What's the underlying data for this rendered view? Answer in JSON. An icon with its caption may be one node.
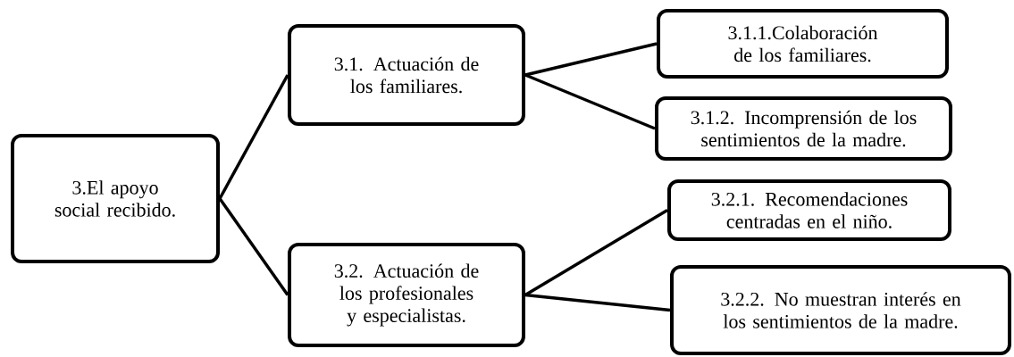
{
  "diagram": {
    "nodes": [
      {
        "text": [
          "3.El apoyo social recibido."
        ]
      },
      {
        "text": [
          "3.1. Actuación de los familiares."
        ]
      },
      {
        "text": [
          "3.2. Actuación de los profesionales y especialistas."
        ]
      },
      {
        "text": [
          "3.1.1.Colaboración de los familiares."
        ]
      },
      {
        "text": [
          "3.1.2. Incomprensión de los sentimientos de la madre."
        ]
      },
      {
        "text": [
          "3.2.1. Recomendaciones centradas en el niño."
        ]
      },
      {
        "text": [
          "3.2.2. No muestran interés en los sentimientos de la madre."
        ]
      }
    ],
    "edges": [
      {
        "from": 0,
        "to": 1,
        "arrow": "none"
      },
      {
        "from": 0,
        "to": 2,
        "arrow": "none"
      },
      {
        "from": 1,
        "to": 3,
        "arrow": "none"
      },
      {
        "from": 1,
        "to": 4,
        "arrow": "none"
      },
      {
        "from": 2,
        "to": 5,
        "arrow": "none"
      },
      {
        "from": 2,
        "to": 6,
        "arrow": "none"
      }
    ]
  }
}
